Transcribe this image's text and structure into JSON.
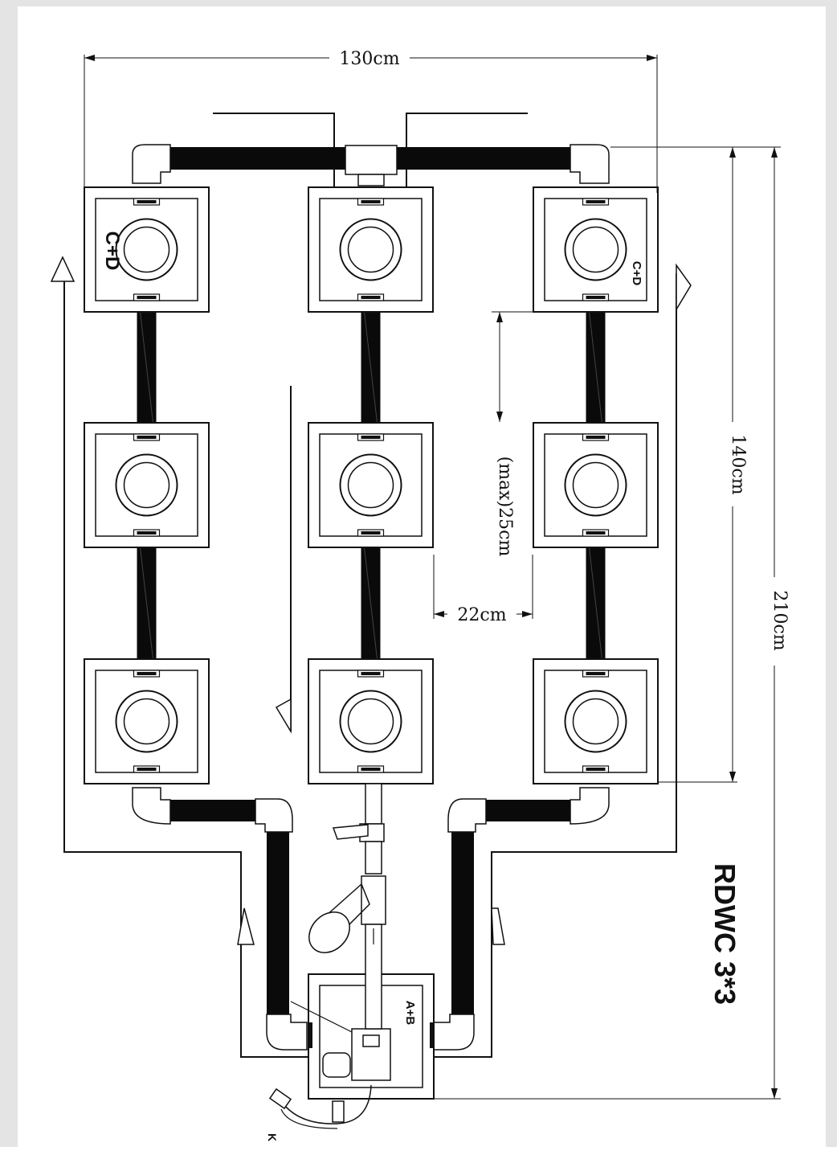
{
  "title": "RDWC 3*3",
  "dimensions": {
    "width_total": "130cm",
    "height_bucket_grid": "140cm",
    "height_total": "210cm",
    "bucket_gap_vertical": "(max)25cm",
    "bucket_gap_horizontal": "22cm"
  },
  "labels": {
    "top_left_bucket": "C+D",
    "top_right_bucket": "C+D",
    "control_bucket": "A+B",
    "cable_end": "K"
  },
  "layout": {
    "grid_rows": 3,
    "grid_cols": 3
  },
  "colors": {
    "line": "#111111",
    "pipe": "#0a0a0a",
    "background": "#ffffff",
    "frame": "#e4e4e4"
  }
}
